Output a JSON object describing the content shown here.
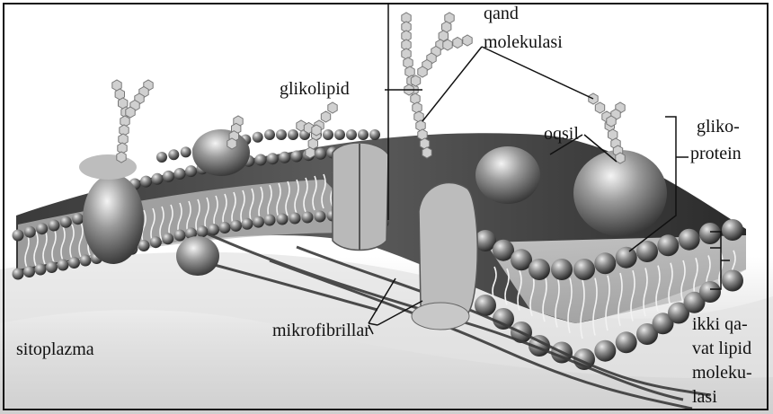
{
  "labels": {
    "qand_line1": "qand",
    "qand_line2": "molekulasi",
    "glikolipid": "glikolipid",
    "oqsil": "oqsil",
    "gliko_line1": "gliko-",
    "gliko_line2": "protein",
    "sitoplazma": "sitoplazma",
    "mikrofibrillar": "mikrofibrillar",
    "ikki_line1": "ikki qa-",
    "ikki_line2": "vat lipid",
    "ikki_line3": "moleku-",
    "ikki_line4": "lasi"
  }
}
